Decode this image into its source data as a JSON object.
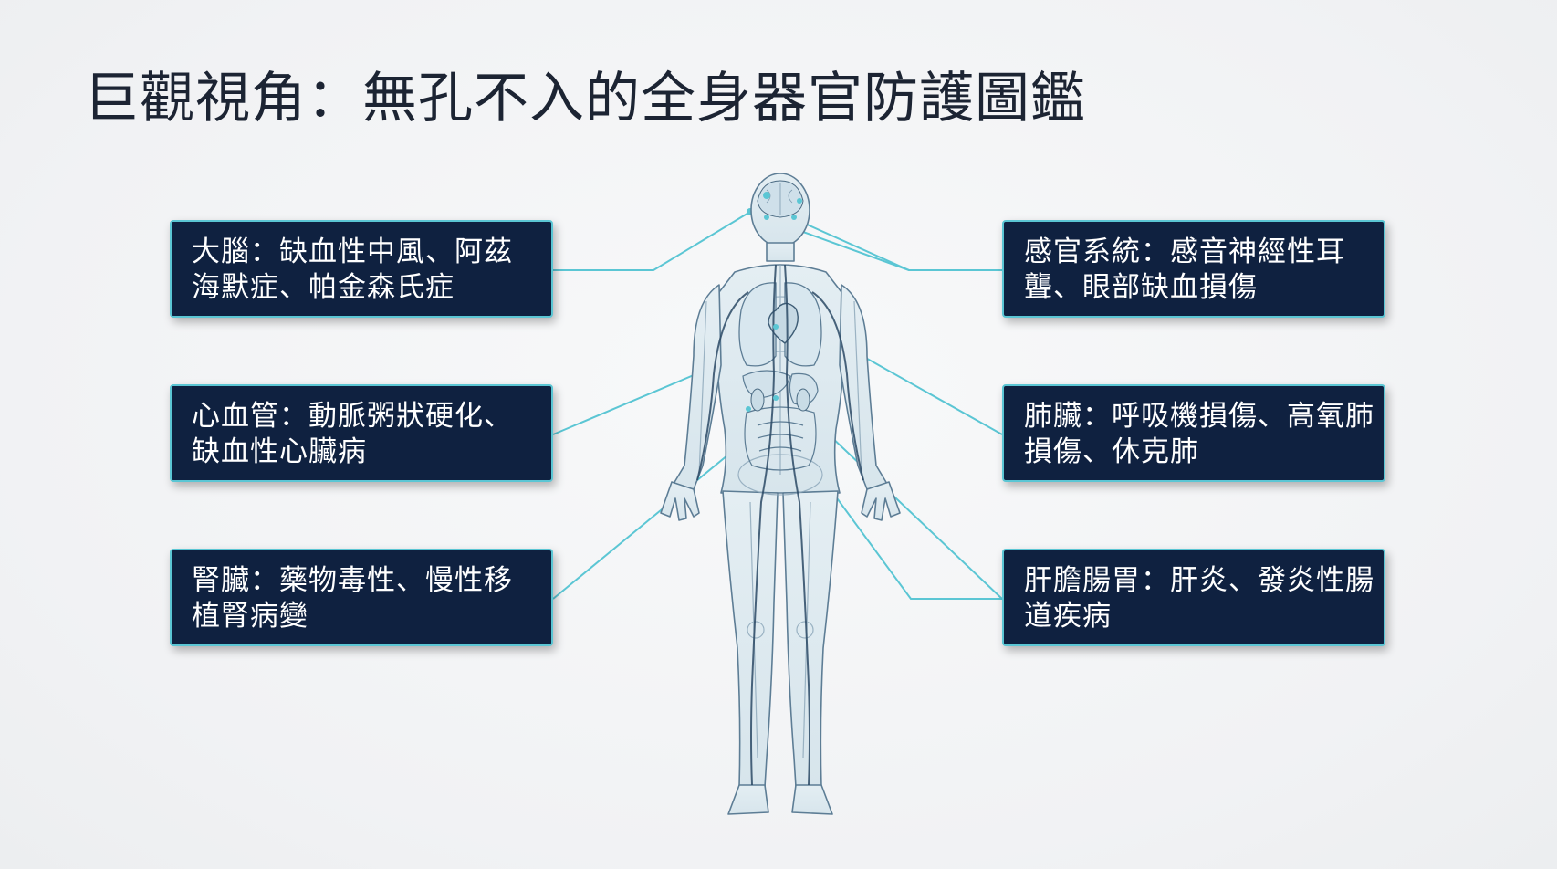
{
  "title": "巨觀視角：無孔不入的全身器官防護圖鑑",
  "accent_color": "#5bc6d4",
  "box_color": "#0f2140",
  "callouts": {
    "brain": {
      "line1": "大腦：缺血性中風、阿茲",
      "line2": "海默症、帕金森氏症"
    },
    "cardio": {
      "line1": "心血管：動脈粥狀硬化、",
      "line2": "缺血性心臟病"
    },
    "kidney": {
      "line1": "腎臟：藥物毒性、慢性移",
      "line2": "植腎病變"
    },
    "senses": {
      "line1": "感官系統：感音神經性耳",
      "line2": "聾、眼部缺血損傷"
    },
    "lung": {
      "line1": "肺臟：呼吸機損傷、高氧肺",
      "line2": "損傷、休克肺"
    },
    "gi": {
      "line1": "肝膽腸胃：肝炎、發炎性腸",
      "line2": "道疾病"
    }
  }
}
